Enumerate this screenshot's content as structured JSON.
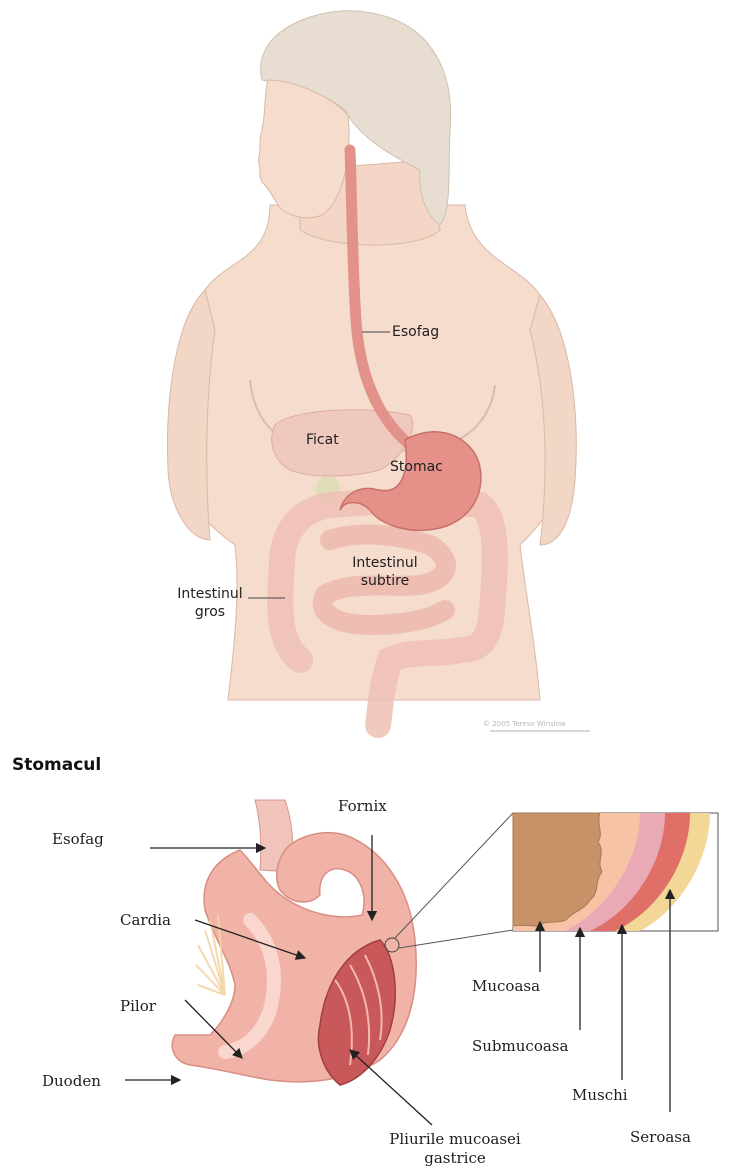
{
  "top_figure": {
    "labels": {
      "esofag": "Esofag",
      "ficat": "Ficat",
      "stomac": "Stomac",
      "intestinul_subtire_1": "Intestinul",
      "intestinul_subtire_2": "subtire",
      "intestinul_gros_1": "Intestinul",
      "intestinul_gros_2": "gros"
    },
    "copyright": "© 2005 Terese Winslow"
  },
  "section_title": "Stomacul",
  "bottom_figure": {
    "labels": {
      "esofag": "Esofag",
      "fornix": "Fornix",
      "cardia": "Cardia",
      "pilor": "Pilor",
      "duoden": "Duoden",
      "pliurile_1": "Pliurile mucoasei",
      "pliurile_2": "gastrice",
      "mucoasa": "Mucoasa",
      "submucoasa": "Submucoasa",
      "muschi": "Muschi",
      "seroasa": "Seroasa"
    }
  },
  "colors": {
    "skin": "#f4d9c9",
    "organ": "#e7a09a",
    "stomach": "#e3847d",
    "mucosa": "#c7906a",
    "submucosa": "#f7c3a6",
    "muscle_light": "#e9a7b3",
    "muscle": "#e0726a",
    "serosa": "#f3d796"
  }
}
